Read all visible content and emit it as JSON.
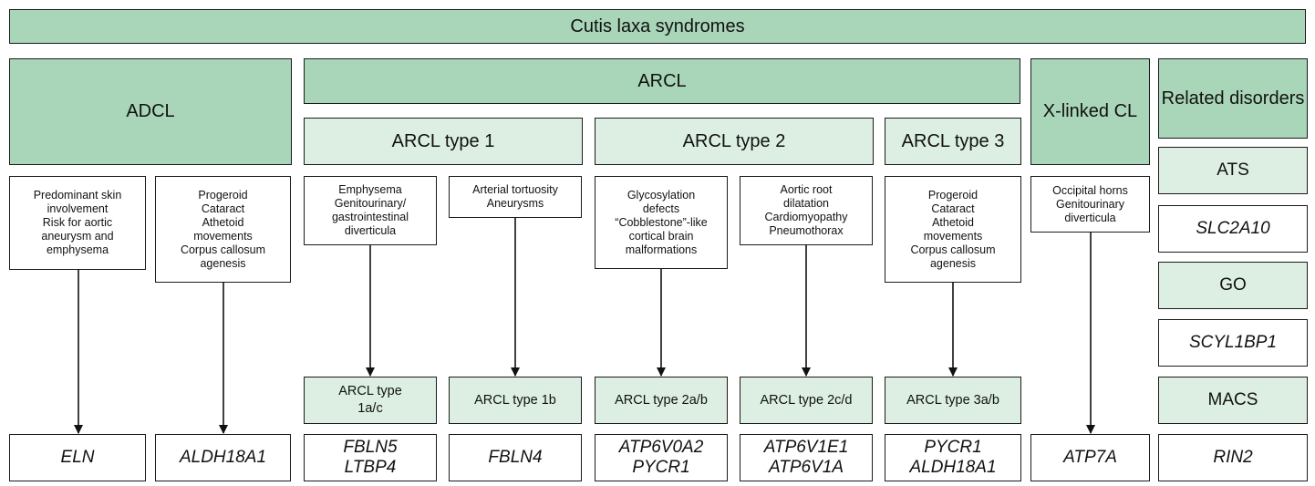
{
  "title": "Cutis laxa syndromes",
  "groups": {
    "adcl": "ADCL",
    "arcl": "ARCL",
    "xlinked": "X-linked CL",
    "related": "Related disorders"
  },
  "arcl_types": {
    "type1": "ARCL type 1",
    "type2": "ARCL type 2",
    "type3": "ARCL type 3"
  },
  "features": {
    "adcl_a": "Predominant skin\ninvolvement\nRisk for aortic\naneurysm and\nemphysema",
    "adcl_b": "Progeroid\nCataract\nAthetoid\nmovements\nCorpus callosum\nagenesis",
    "type1a": "Emphysema\nGenitourinary/\ngastrointestinal\ndiverticula",
    "type1b": "Arterial tortuosity\nAneurysms",
    "type2a": "Glycosylation\ndefects\n“Cobblestone”-like\ncortical brain\nmalformations",
    "type2c": "Aortic root\ndilatation\nCardiomyopathy\nPneumothorax",
    "type3": "Progeroid\nCataract\nAthetoid\nmovements\nCorpus callosum\nagenesis",
    "xlinked": "Occipital horns\nGenitourinary\ndiverticula"
  },
  "subtypes": {
    "type1ac": "ARCL type\n1a/c",
    "type1b": "ARCL type 1b",
    "type2ab": "ARCL type 2a/b",
    "type2cd": "ARCL type 2c/d",
    "type3ab": "ARCL type 3a/b"
  },
  "genes": {
    "eln": "ELN",
    "aldh18a1": "ALDH18A1",
    "type1ac": "FBLN5\nLTBP4",
    "type1b": "FBLN4",
    "type2ab": "ATP6V0A2\nPYCR1",
    "type2cd": "ATP6V1E1\nATP6V1A",
    "type3ab": "PYCR1\nALDH18A1",
    "xlinked": "ATP7A"
  },
  "related": {
    "ats": "ATS",
    "ats_gene": "SLC2A10",
    "go": "GO",
    "go_gene": "SCYL1BP1",
    "macs": "MACS",
    "macs_gene": "RIN2"
  }
}
